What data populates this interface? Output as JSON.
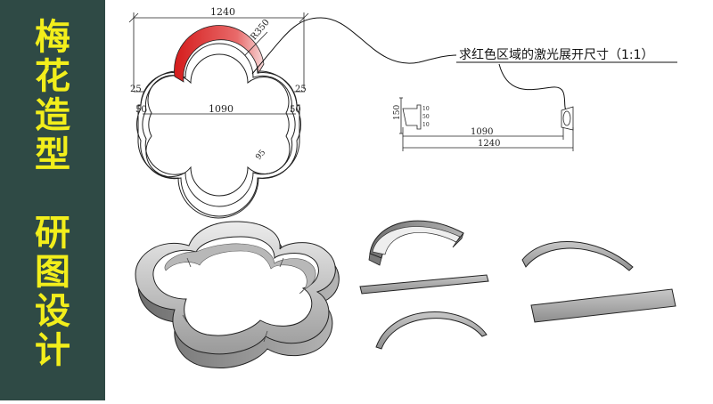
{
  "sidebar": {
    "title_top": "梅花造型",
    "title_bottom": "研图设计",
    "bg_color": "#2f4a45",
    "text_color": "#f2ee1b"
  },
  "drawing": {
    "dim_top_width": "1240",
    "dim_radius": "R350",
    "dim_left_gap": "25",
    "dim_right_gap": "25",
    "dim_left_offset": "50",
    "dim_right_offset": "50",
    "dim_inner_width": "1090",
    "dim_ring_width": "95",
    "highlight_color": "#e02020",
    "callout_text": "求红色区域的激光展开尺寸（1:1）"
  },
  "section": {
    "dim_height": "150",
    "dim_small_a": "10",
    "dim_small_b": "50",
    "dim_small_c": "10",
    "dim_inner": "1090",
    "dim_outer": "1240"
  },
  "render_parts": {
    "frame": "quatrefoil-3d-frame",
    "pieces": [
      "arc-channel-piece",
      "arc-strip-top",
      "flat-strip-left",
      "flat-strip-right",
      "arc-strip-bottom"
    ]
  }
}
